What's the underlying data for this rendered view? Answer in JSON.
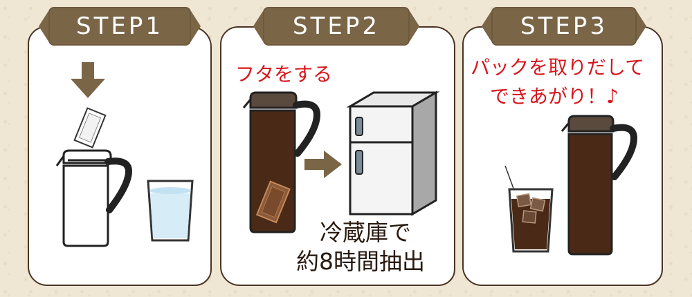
{
  "steps": [
    {
      "label": "STEP1"
    },
    {
      "label": "STEP2",
      "caption": "フタをする",
      "text_line1": "冷蔵庫で",
      "text_line2": "約8時間抽出"
    },
    {
      "label": "STEP3",
      "caption_line1": "パックを取りだして",
      "caption_line2": "できあがり！♪"
    }
  ],
  "colors": {
    "background": "#efe6d3",
    "label_bg": "#7a6547",
    "outline": "#4a3424",
    "caption_red": "#d6171d",
    "coffee": "#4a2a16"
  }
}
